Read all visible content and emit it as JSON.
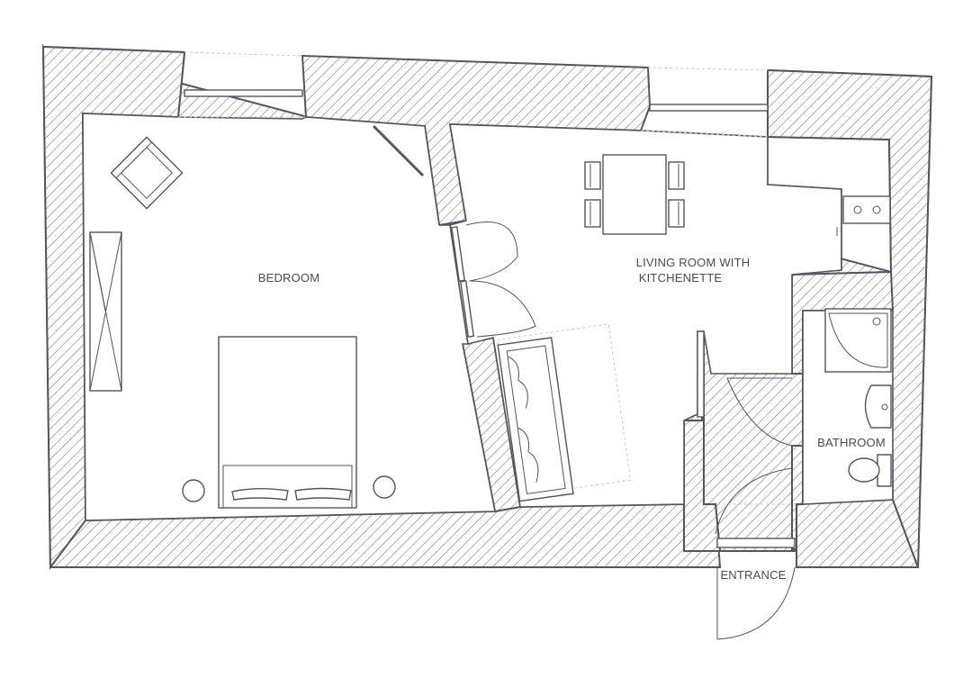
{
  "rooms": {
    "bedroom": "BEDROOM",
    "living_line1": "LIVING ROOM WITH",
    "living_line2": "KITCHENETTE",
    "bathroom": "BATHROOM",
    "entrance": "ENTRANCE"
  },
  "colors": {
    "wall_stroke": "#555560",
    "hatch": "#7a7a86",
    "background": "#ffffff"
  }
}
